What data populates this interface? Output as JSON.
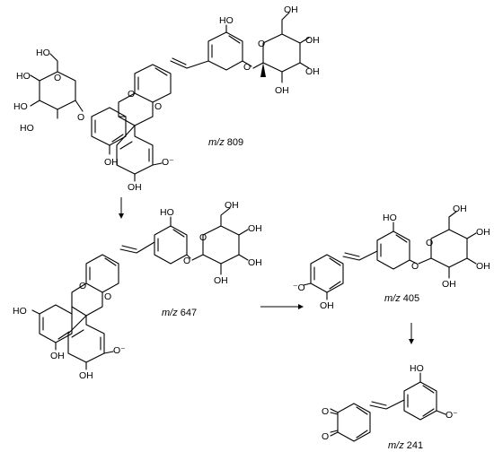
{
  "labels": {
    "oh": "OH",
    "ho": "HO",
    "ominus": "O⁻",
    "minuso": "⁻O",
    "o": "O",
    "mz_prefix": "m/z"
  },
  "compounds": [
    {
      "mz": "809"
    },
    {
      "mz": "647"
    },
    {
      "mz": "405"
    },
    {
      "mz": "241"
    }
  ]
}
